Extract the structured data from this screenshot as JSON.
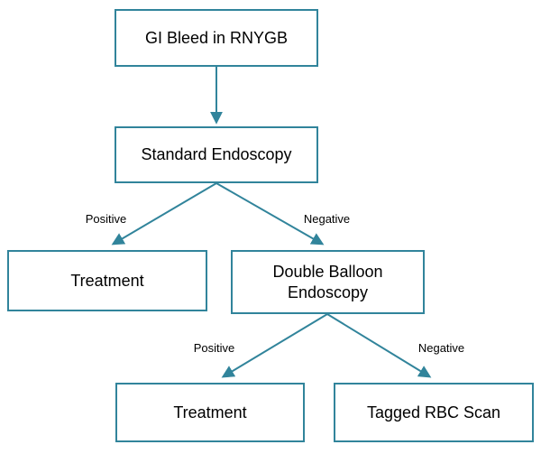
{
  "colors": {
    "accent": "#31849B",
    "text": "#000000",
    "background": "#FFFFFF"
  },
  "nodes": {
    "gi_bleed": "GI Bleed in RNYGB",
    "standard_endoscopy": "Standard Endoscopy",
    "treatment_left": "Treatment",
    "double_balloon": "Double Balloon Endoscopy",
    "treatment_bottom": "Treatment",
    "tagged_rbc": "Tagged RBC Scan"
  },
  "edge_labels": {
    "standard_positive": "Positive",
    "standard_negative": "Negative",
    "balloon_positive": "Positive",
    "balloon_negative": "Negative"
  }
}
